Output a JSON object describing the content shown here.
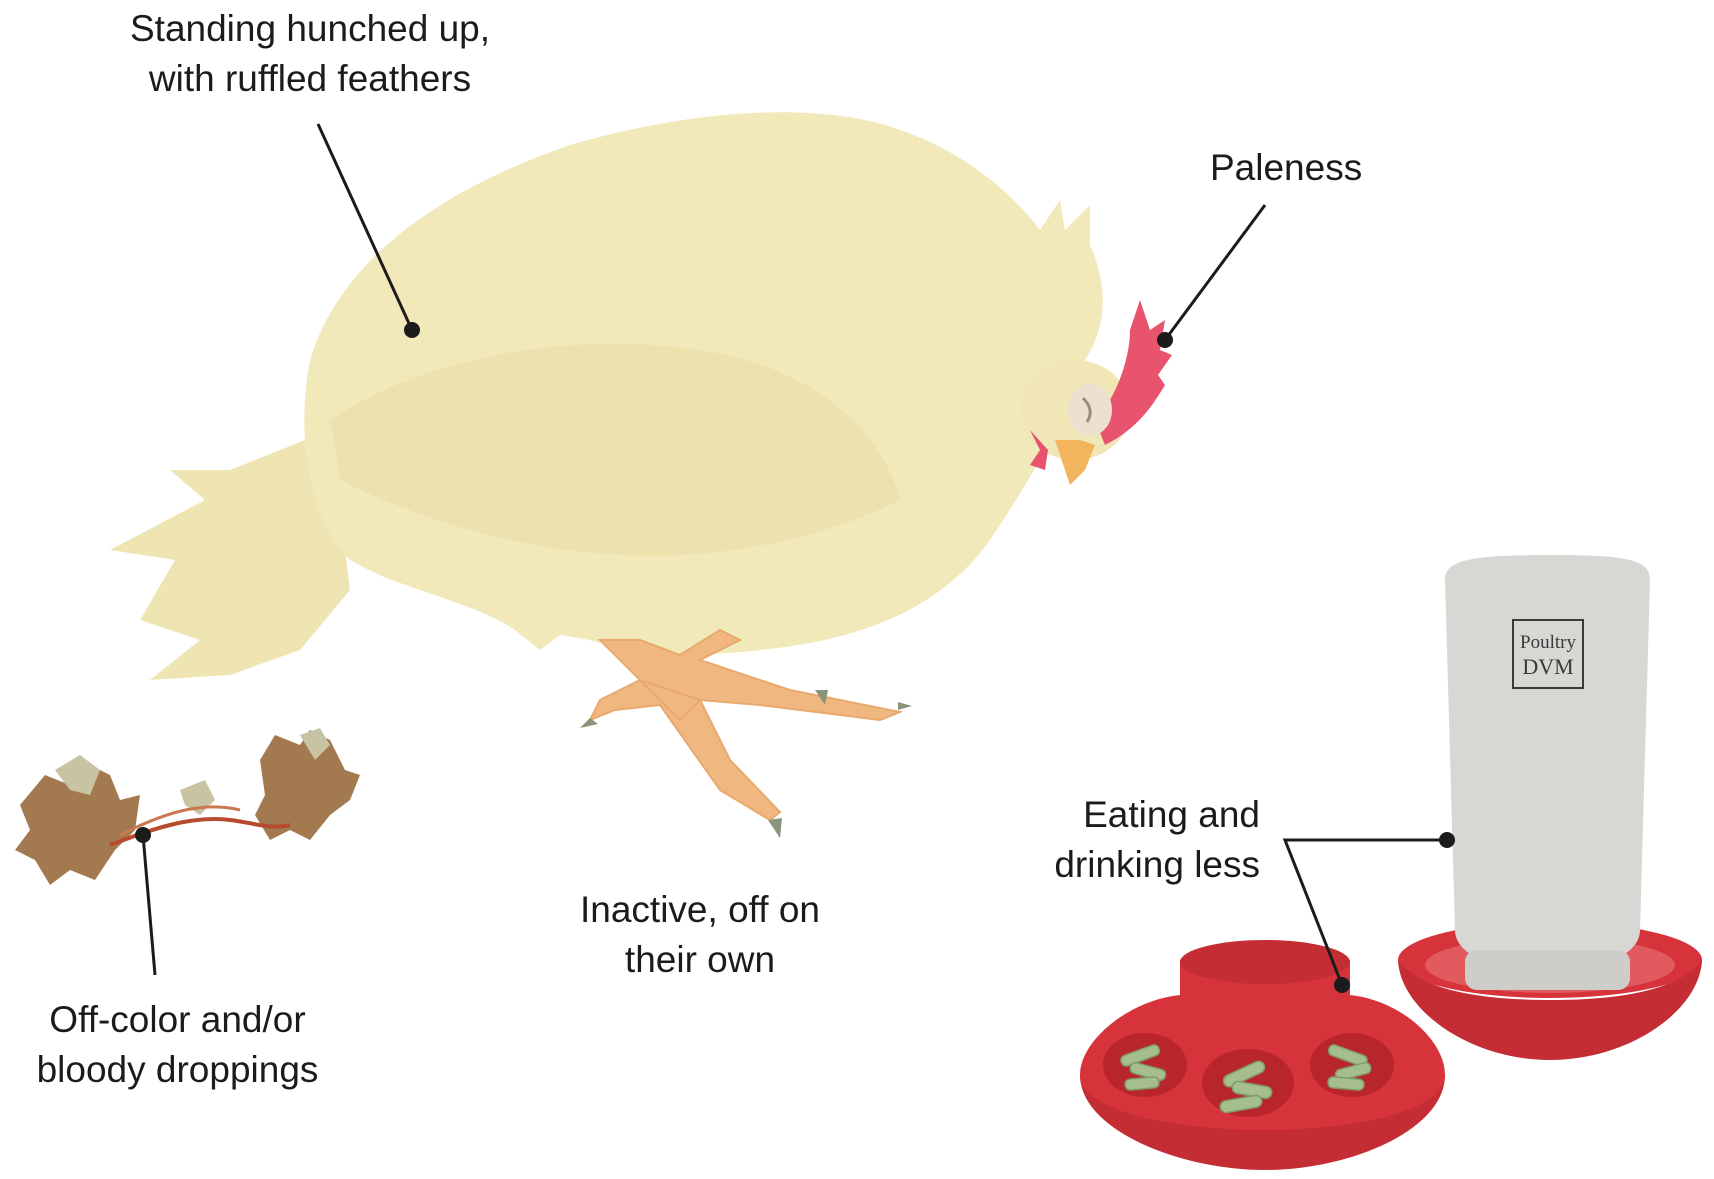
{
  "labels": {
    "hunched": {
      "line1": "Standing hunched up,",
      "line2": "with ruffled feathers"
    },
    "paleness": {
      "line1": "Paleness"
    },
    "inactive": {
      "line1": "Inactive, off on",
      "line2": "their own"
    },
    "droppings": {
      "line1": "Off-color and/or",
      "line2": "bloody droppings"
    },
    "eating": {
      "line1": "Eating and",
      "line2": "drinking less"
    }
  },
  "brand": {
    "line1": "Poultry",
    "line2": "DVM"
  },
  "colors": {
    "feather": "#f2e9bb",
    "feather_shadow": "#eadfa8",
    "comb": "#e8546e",
    "beak": "#f2b45c",
    "legs": "#f0b880",
    "eye_patch": "#ece0d0",
    "dropping_brown": "#a37a4f",
    "dropping_light": "#c8c3a3",
    "dropping_red": "#b84b2f",
    "waterer_body": "#d9d7d4",
    "feeder_red": "#d6343a",
    "pellet_green": "#a5be8c",
    "pointer": "#1b1b1b"
  }
}
